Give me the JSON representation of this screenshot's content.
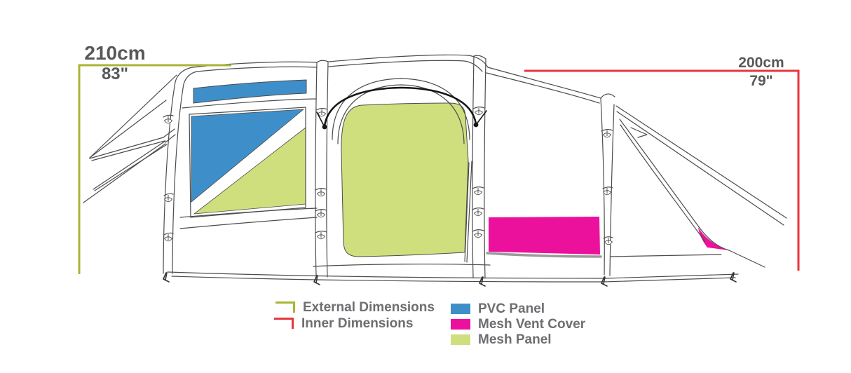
{
  "dimensions": {
    "external": {
      "cm": "210cm",
      "inches": "83\"",
      "color": "#a9b534"
    },
    "inner": {
      "cm": "200cm",
      "inches": "79\"",
      "color": "#e8353e"
    }
  },
  "legend": {
    "dimension_items": [
      {
        "label": "External Dimensions",
        "color": "#a9b534"
      },
      {
        "label": "Inner Dimensions",
        "color": "#e8353e"
      }
    ],
    "panel_items": [
      {
        "label": "PVC Panel",
        "color": "#3e8fc9"
      },
      {
        "label": "Mesh Vent Cover",
        "color": "#ec119c"
      },
      {
        "label": "Mesh Panel",
        "color": "#cfdf7d"
      }
    ]
  }
}
